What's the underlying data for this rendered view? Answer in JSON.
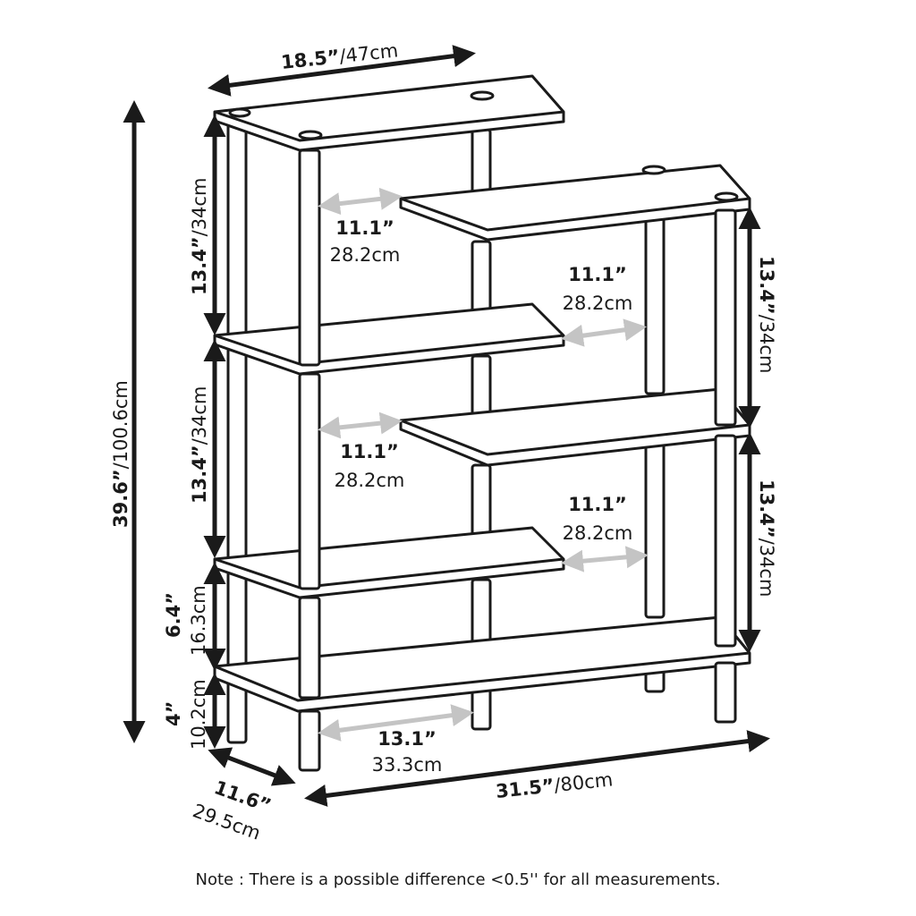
{
  "overall": {
    "width": {
      "in": "18.5”",
      "cm": "/47cm"
    },
    "height": {
      "in": "39.6”",
      "cm": "/100.6cm"
    },
    "length": {
      "in": "31.5”",
      "cm": "/80cm"
    },
    "depth": {
      "in": "11.6”",
      "cm": "29.5cm"
    }
  },
  "left": {
    "upper": {
      "in": "13.4”",
      "cm": "/34cm"
    },
    "middle": {
      "in": "13.4”",
      "cm": "/34cm"
    },
    "lower": {
      "in": "6.4”",
      "cm": "16.3cm"
    },
    "foot": {
      "in": "4”",
      "cm": "10.2cm"
    }
  },
  "right": {
    "upper": {
      "in": "13.4”",
      "cm": "/34cm"
    },
    "lower": {
      "in": "13.4”",
      "cm": "/34cm"
    }
  },
  "spacings": [
    {
      "in": "11.1”",
      "cm": "28.2cm"
    },
    {
      "in": "11.1”",
      "cm": "28.2cm"
    },
    {
      "in": "11.1”",
      "cm": "28.2cm"
    },
    {
      "in": "11.1”",
      "cm": "28.2cm"
    },
    {
      "in": "13.1”",
      "cm": "33.3cm"
    }
  ],
  "note": "Note : There is a possible difference <0.5'' for all measurements.",
  "colors": {
    "line": "#1a1a1a",
    "gray_arrow": "#c4c4c4",
    "fill": "#ffffff"
  }
}
